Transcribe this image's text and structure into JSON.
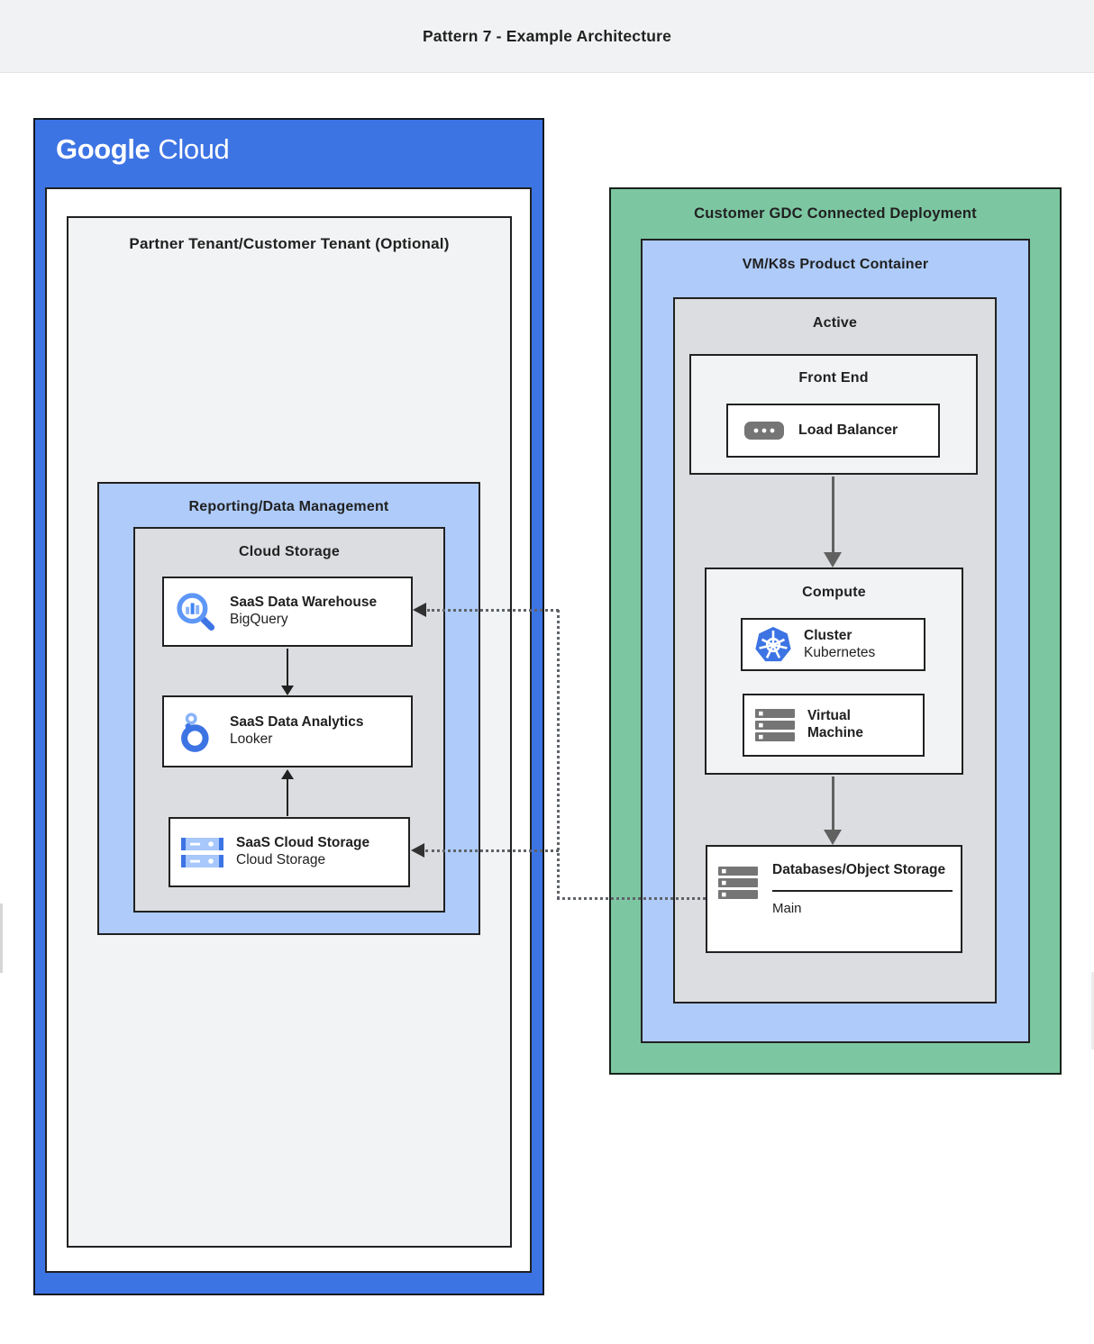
{
  "title": "Pattern 7 - Example Architecture",
  "google_cloud": {
    "logo_google": "Google",
    "logo_cloud": "Cloud",
    "partner_tenant_label": "Partner Tenant/Customer Tenant (Optional)",
    "reporting_label": "Reporting/Data Management",
    "cloud_storage_label": "Cloud Storage",
    "warehouse_card": {
      "title": "SaaS Data Warehouse",
      "subtitle": "BigQuery"
    },
    "analytics_card": {
      "title": "SaaS Data Analytics",
      "subtitle": "Looker"
    },
    "storage_card": {
      "title": "SaaS Cloud Storage",
      "subtitle": "Cloud Storage"
    }
  },
  "gdc": {
    "label": "Customer GDC Connected Deployment",
    "vmk8s_label": "VM/K8s Product Container",
    "active_label": "Active",
    "front_end_label": "Front End",
    "load_balancer_card": {
      "title": "Load Balancer"
    },
    "compute_label": "Compute",
    "cluster_card": {
      "title": "Cluster",
      "subtitle": "Kubernetes"
    },
    "vm_card": {
      "title": "Virtual Machine"
    },
    "database_card": {
      "title": "Databases/Object Storage",
      "footer": "Main"
    }
  },
  "icons": [
    "bigquery-icon",
    "looker-icon",
    "cloud-storage-icon",
    "load-balancer-icon",
    "kubernetes-icon",
    "virtual-machine-icon",
    "databases-icon"
  ],
  "colors": {
    "google_blue": "#3D74E4",
    "gdc_green": "#7CC7A2",
    "container_blue": "#AECBFA",
    "group_gray": "#DBDDE0",
    "panel_gray": "#F1F3F4",
    "border_dark": "#212121",
    "arrow_gray": "#616161"
  }
}
